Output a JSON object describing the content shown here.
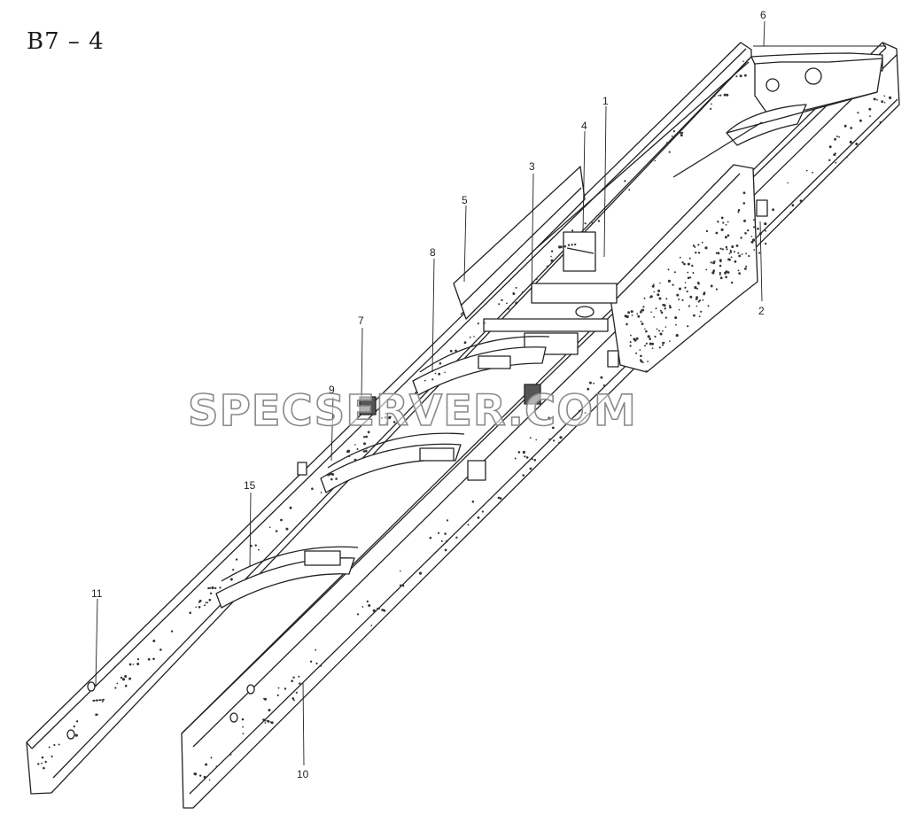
{
  "page_label": "B7 – 4",
  "watermark": "SPECSERVER.COM",
  "colors": {
    "line": "#222222",
    "watermark_stroke": "#8a8a8a",
    "paper": "#ffffff"
  },
  "callouts": [
    {
      "id": "c1",
      "text": "1"
    },
    {
      "id": "c2",
      "text": "2"
    },
    {
      "id": "c3",
      "text": "3"
    },
    {
      "id": "c4",
      "text": "4"
    },
    {
      "id": "c5",
      "text": "5"
    },
    {
      "id": "c6",
      "text": "6"
    },
    {
      "id": "c7",
      "text": "7"
    },
    {
      "id": "c8",
      "text": "8"
    },
    {
      "id": "c9",
      "text": "9"
    },
    {
      "id": "c10",
      "text": "10"
    },
    {
      "id": "c11",
      "text": "11"
    },
    {
      "id": "c15",
      "text": "15"
    }
  ]
}
